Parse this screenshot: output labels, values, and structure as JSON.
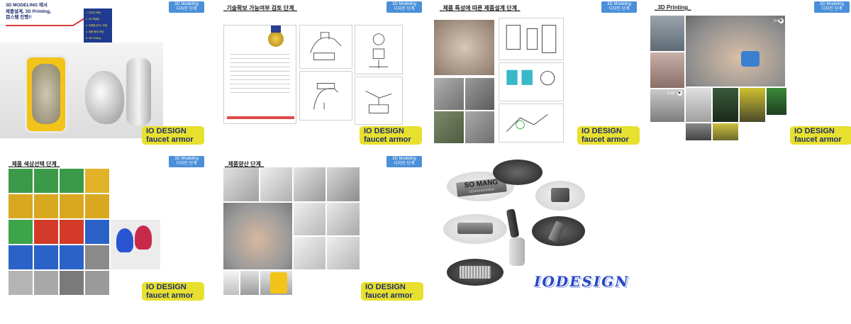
{
  "badge": {
    "line1": "3D Modeling",
    "line2": "디자인 단계"
  },
  "label": {
    "line1": "IO DESIGN",
    "line2": "faucet armor"
  },
  "panels": {
    "p1": {
      "header_line1": "3D MODELING 에서",
      "header_line2": "제품설계, 3D Printing,",
      "header_line3": "目스템 진행!!",
      "steps": [
        "1. 디자인 확정",
        "2. 3D 모델링",
        "3. 부품별 분리 / 조립",
        "4. 제품 형태 조정",
        "5. 3D Printing"
      ]
    },
    "p2": {
      "title": "_기술확보 가능여부 검토 단계_"
    },
    "p3": {
      "title": "_제품 특성에 따른 제품설계 단계_"
    },
    "p4": {
      "title": "_3D Printing_",
      "video_time_1": "0:46",
      "video_time_2": "0:36"
    },
    "p5": {
      "title": "_제품 색상선택 단계_"
    },
    "p6": {
      "title": "_제품양산 단계_"
    },
    "p7": {
      "nameplate": "SO MANG",
      "nameplate_sub": "DESIGN ACADEMY",
      "logo": "IODESIGN"
    }
  },
  "colors": {
    "badge_blue": "#4a8fd9",
    "label_yellow": "#e8e02e",
    "label_text": "#1f2f6b",
    "logo_blue": "#2747c4",
    "header_red": "#d63a3a"
  }
}
